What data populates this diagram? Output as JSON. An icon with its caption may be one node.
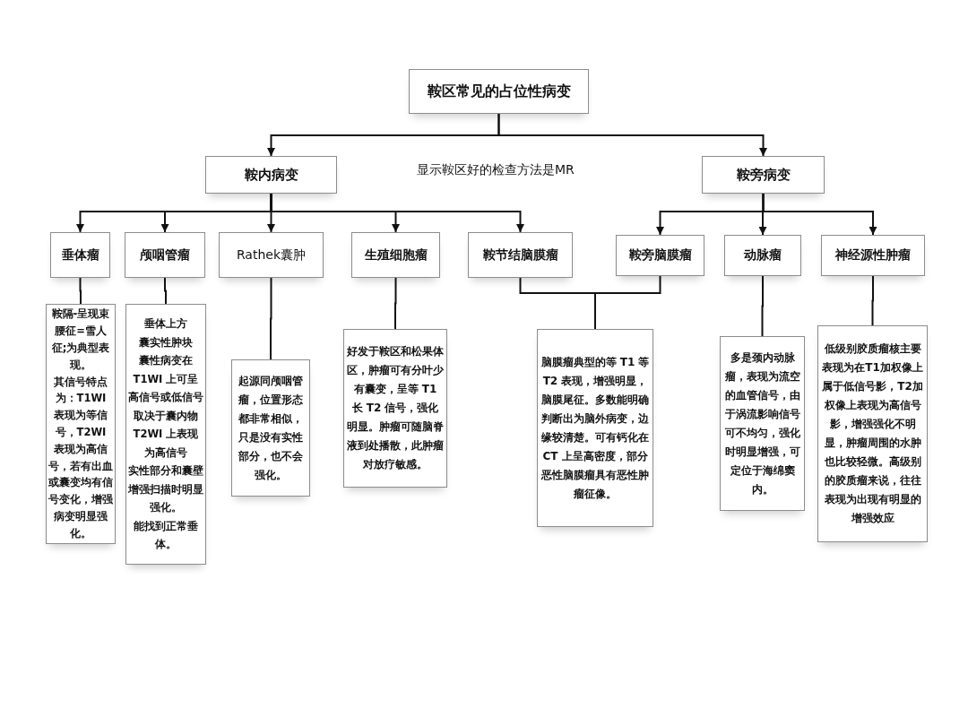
{
  "diagram": {
    "nodes": [
      {
        "text": [
          "鞍区常见的占位性病变"
        ]
      },
      {
        "text": [
          "鞍内病变"
        ]
      },
      {
        "text": [
          "鞍旁病变"
        ]
      },
      {
        "text": [
          "垂体瘤"
        ]
      },
      {
        "text": [
          "颅咽管瘤"
        ]
      },
      {
        "text": [
          "Rathek囊肿"
        ]
      },
      {
        "text": [
          "生殖细胞瘤"
        ]
      },
      {
        "text": [
          "鞍节结脑膜瘤"
        ]
      },
      {
        "text": [
          "鞍旁脑膜瘤"
        ]
      },
      {
        "text": [
          "动脉瘤"
        ]
      },
      {
        "text": [
          "神经源性肿瘤"
        ]
      },
      {
        "text": [
          "鞍隔-呈现束腰征=雪人征;为典型表现。",
          "其信号特点为：T1WI 表现为等信号，T2WI 表现为高信号，若有出血或囊变均有信号变化，增强病变明显强化。"
        ]
      },
      {
        "text": [
          "垂体上方",
          "囊实性肿块",
          "囊性病变在T1WI 上可呈高信号或低信号取决于囊内物",
          "T2WI 上表现为高信号",
          "实性部分和囊壁增强扫描时明显强化。",
          "能找到正常垂体。"
        ]
      },
      {
        "text": [
          "起源同颅咽管瘤，位置形态都非常相似，只是没有实性部分，也不会强化。"
        ]
      },
      {
        "text": [
          "好发于鞍区和松果体区，肿瘤可有分叶少有囊变，呈等 T1 长 T2 信号，强化明显。肿瘤可随脑脊液到处播散，此肿瘤对放疗敏感。"
        ]
      },
      {
        "text": [
          "脑膜瘤典型的等 T1 等 T2 表现，增强明显，脑膜尾征。多数能明确判断出为脑外病变，边缘较清楚。可有钙化在 CT 上呈高密度，部分恶性脑膜瘤具有恶性肿瘤征像。"
        ]
      },
      {
        "text": [
          "多是颈内动脉瘤，表现为流空的血管信号，由于涡流影响信号可不均匀，强化时明显增强，可定位于海绵窦内。"
        ]
      },
      {
        "text": [
          "低级别胶质瘤核主要表现为在T1加权像上属于低信号影，T2加权像上表现为高信号影，增强强化不明显，肿瘤周围的水肿也比较轻微。高级别的胶质瘤来说，往往表现为出现有明显的增强效应"
        ]
      }
    ],
    "edges": [
      {
        "from": 0,
        "to": 1,
        "arrow": "to"
      },
      {
        "from": 0,
        "to": 2,
        "arrow": "to"
      },
      {
        "from": 1,
        "to": 3,
        "arrow": "to"
      },
      {
        "from": 1,
        "to": 4,
        "arrow": "to"
      },
      {
        "from": 1,
        "to": 5,
        "arrow": "to"
      },
      {
        "from": 1,
        "to": 6,
        "arrow": "to"
      },
      {
        "from": 1,
        "to": 7,
        "arrow": "to"
      },
      {
        "from": 2,
        "to": 8,
        "arrow": "to"
      },
      {
        "from": 2,
        "to": 9,
        "arrow": "to"
      },
      {
        "from": 2,
        "to": 10,
        "arrow": "to"
      },
      {
        "from": 3,
        "to": 11,
        "arrow": "none"
      },
      {
        "from": 4,
        "to": 12,
        "arrow": "none"
      },
      {
        "from": 5,
        "to": 13,
        "arrow": "none"
      },
      {
        "from": 6,
        "to": 14,
        "arrow": "none"
      },
      {
        "from": 7,
        "to": 15,
        "arrow": "none"
      },
      {
        "from": 8,
        "to": 15,
        "arrow": "none"
      },
      {
        "from": 9,
        "to": 16,
        "arrow": "none"
      },
      {
        "from": 10,
        "to": 17,
        "arrow": "none"
      }
    ],
    "labels": [
      "显示鞍区好的检查方法是MR"
    ]
  }
}
